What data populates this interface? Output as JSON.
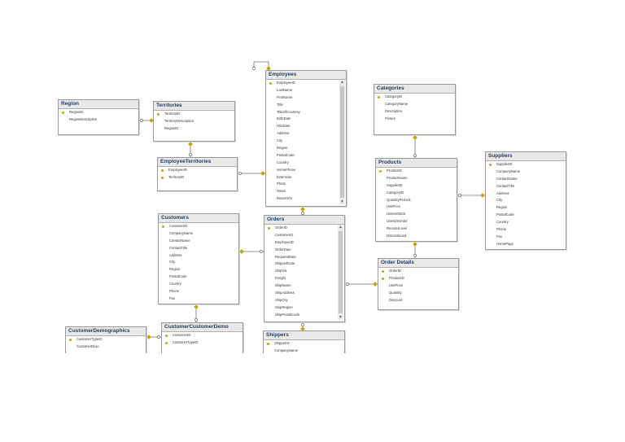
{
  "colors": {
    "key": "#c9a400",
    "title": "#1f3a5a",
    "link": "#707070"
  },
  "tables": {
    "region": {
      "title": "Region",
      "columns": [
        "RegionID",
        "RegionDescription"
      ],
      "keys": [
        0
      ]
    },
    "territories": {
      "title": "Territories",
      "columns": [
        "TerritoryID",
        "TerritoryDescription",
        "RegionID"
      ],
      "keys": [
        0
      ]
    },
    "employeeterritories": {
      "title": "EmployeeTerritories",
      "columns": [
        "EmployeeID",
        "TerritoryID"
      ],
      "keys": [
        0,
        1
      ]
    },
    "employees": {
      "title": "Employees",
      "columns": [
        "EmployeeID",
        "LastName",
        "FirstName",
        "Title",
        "TitleOfCourtesy",
        "BirthDate",
        "HireDate",
        "Address",
        "City",
        "Region",
        "PostalCode",
        "Country",
        "HomePhone",
        "Extension",
        "Photo",
        "Notes",
        "ReportsTo"
      ],
      "keys": [
        0
      ]
    },
    "categories": {
      "title": "Categories",
      "columns": [
        "CategoryID",
        "CategoryName",
        "Description",
        "Picture"
      ],
      "keys": [
        0
      ]
    },
    "products": {
      "title": "Products",
      "columns": [
        "ProductID",
        "ProductName",
        "SupplierID",
        "CategoryID",
        "QuantityPerUnit",
        "UnitPrice",
        "UnitsInStock",
        "UnitsOnOrder",
        "ReorderLevel",
        "Discontinued"
      ],
      "keys": [
        0
      ]
    },
    "suppliers": {
      "title": "Suppliers",
      "columns": [
        "SupplierID",
        "CompanyName",
        "ContactName",
        "ContactTitle",
        "Address",
        "City",
        "Region",
        "PostalCode",
        "Country",
        "Phone",
        "Fax",
        "HomePage"
      ],
      "keys": [
        0
      ]
    },
    "customers": {
      "title": "Customers",
      "columns": [
        "CustomerID",
        "CompanyName",
        "ContactName",
        "ContactTitle",
        "Address",
        "City",
        "Region",
        "PostalCode",
        "Country",
        "Phone",
        "Fax"
      ],
      "keys": [
        0
      ]
    },
    "orders": {
      "title": "Orders",
      "columns": [
        "OrderID",
        "CustomerID",
        "EmployeeID",
        "OrderDate",
        "RequiredDate",
        "ShippedDate",
        "ShipVia",
        "Freight",
        "ShipName",
        "ShipAddress",
        "ShipCity",
        "ShipRegion",
        "ShipPostalCode"
      ],
      "keys": [
        0
      ]
    },
    "orderdetails": {
      "title": "Order Details",
      "columns": [
        "OrderID",
        "ProductID",
        "UnitPrice",
        "Quantity",
        "Discount"
      ],
      "keys": [
        0,
        1
      ]
    },
    "customercustomerdemo": {
      "title": "CustomerCustomerDemo",
      "columns": [
        "CustomerID",
        "CustomerTypeID"
      ],
      "keys": [
        0,
        1
      ]
    },
    "customerdemographics": {
      "title": "CustomerDemographics",
      "columns": [
        "CustomerTypeID",
        "CustomerDesc"
      ],
      "keys": [
        0
      ]
    },
    "shippers": {
      "title": "Shippers",
      "columns": [
        "ShipperID",
        "CompanyName"
      ],
      "keys": [
        0
      ]
    }
  }
}
